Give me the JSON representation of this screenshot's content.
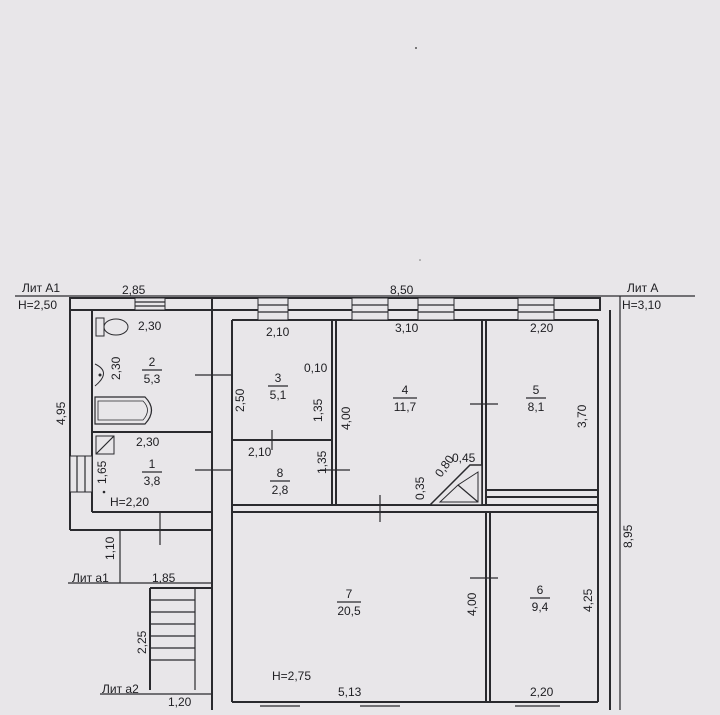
{
  "plan": {
    "labels": {
      "lit_a1": "Лит А1",
      "h_a1": "Н=2,50",
      "lit_a": "Лит А",
      "h_a": "Н=3,10",
      "lit_a1_small": "Лит а1",
      "lit_a2": "Лит а2",
      "h_room1": "Н=2,20",
      "h_room7": "Н=2,75"
    },
    "rooms": [
      {
        "number": "1",
        "area": "3,8"
      },
      {
        "number": "2",
        "area": "5,3"
      },
      {
        "number": "3",
        "area": "5,1"
      },
      {
        "number": "4",
        "area": "11,7"
      },
      {
        "number": "5",
        "area": "8,1"
      },
      {
        "number": "6",
        "area": "9,4"
      },
      {
        "number": "7",
        "area": "20,5"
      },
      {
        "number": "8",
        "area": "2,8"
      }
    ],
    "dims": {
      "top_a1": "2,85",
      "top_total": "8,50",
      "r2_top": "2,30",
      "r2_side": "2,30",
      "r1_top": "2,30",
      "r1_side": "1,65",
      "left_total": "4,95",
      "r3_top": "2,10",
      "r3_side": "2,50",
      "r3_small": "0,10",
      "r3_right": "1,35",
      "r8_top": "2,10",
      "r8_side": "1,35",
      "r4_top": "3,10",
      "r4_side": "4,00",
      "r5_top": "2,20",
      "r5_side": "3,70",
      "stair_a": "0,80",
      "stair_b": "0,45",
      "stair_c": "0,35",
      "right_total": "8,95",
      "porch_110": "1,10",
      "porch_185": "1,85",
      "porch_225": "2,25",
      "porch_120": "1,20",
      "r7_side": "4,00",
      "r6_side": "4,25",
      "r7_bottom": "5,13",
      "r6_bottom": "2,20"
    }
  }
}
